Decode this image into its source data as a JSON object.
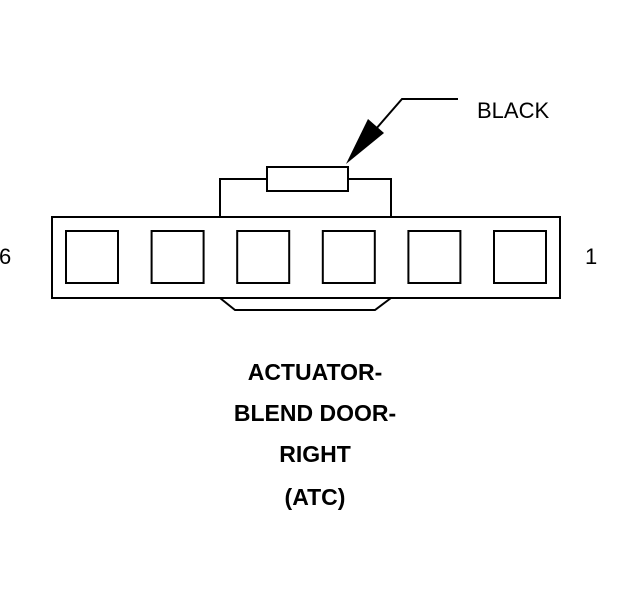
{
  "connector": {
    "color_label": "BLACK",
    "pin_left": "6",
    "pin_right": "1",
    "cavity_count": 6
  },
  "caption": {
    "line1": "ACTUATOR-",
    "line2": "BLEND DOOR-",
    "line3": "RIGHT",
    "line4": "(ATC)"
  }
}
